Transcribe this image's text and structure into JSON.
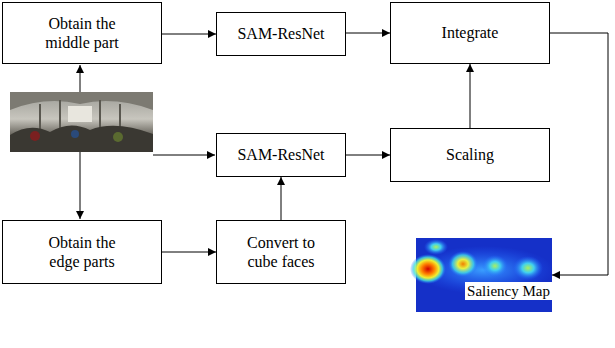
{
  "diagram": {
    "nodes": [
      {
        "text": [
          "Obtain the middle part"
        ]
      },
      {
        "text": [
          "SAM-ResNet"
        ]
      },
      {
        "text": [
          "Integrate"
        ]
      },
      {
        "text": [
          "SAM-ResNet"
        ]
      },
      {
        "text": [
          "Scaling"
        ]
      },
      {
        "text": [
          "Obtain the edge parts"
        ]
      },
      {
        "text": [
          "Convert to cube faces"
        ]
      },
      {
        "text": [
          "Saliency Map"
        ]
      }
    ],
    "edges": [
      {
        "from": 0,
        "to": 1,
        "arrow": "to"
      },
      {
        "from": 1,
        "to": 2,
        "arrow": "to"
      },
      {
        "from": 3,
        "to": 4,
        "arrow": "to"
      },
      {
        "from": 4,
        "to": 2,
        "arrow": "to"
      },
      {
        "from": 5,
        "to": 6,
        "arrow": "to"
      },
      {
        "from": 6,
        "to": 3,
        "arrow": "to"
      },
      {
        "from": 2,
        "to": 7,
        "arrow": "to"
      }
    ]
  }
}
